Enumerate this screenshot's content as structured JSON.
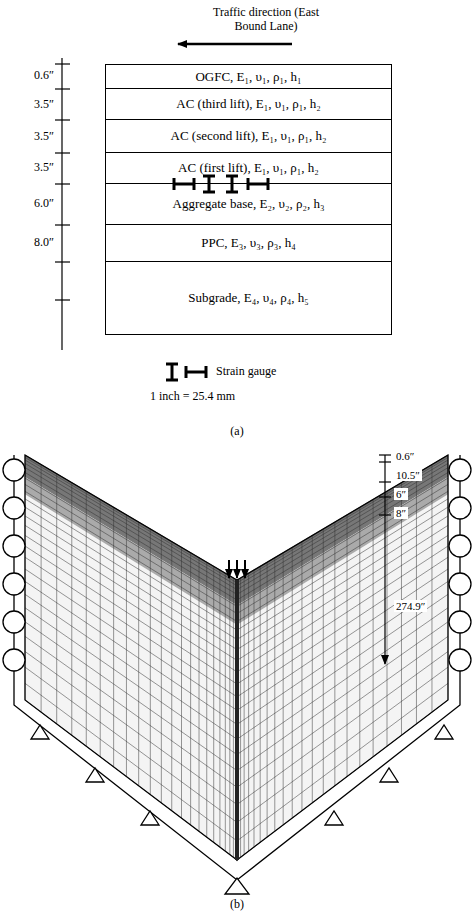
{
  "diagram": {
    "nodes": [
      {
        "text": [
          "OGFC, E₁, υ₁, ρ₁, h₁"
        ]
      },
      {
        "text": [
          "AC (third lift), E₁, υ₁, ρ₁, h₂"
        ]
      },
      {
        "text": [
          "AC (second lift), E₁, υ₁, ρ₁, h₂"
        ]
      },
      {
        "text": [
          "AC (first lift), E₁, υ₁, ρ₁, h₂"
        ]
      },
      {
        "text": [
          "Aggregate base, E₂, υ₂, ρ₂, h₃"
        ]
      },
      {
        "text": [
          "PPC, E₃, υ₃, ρ₃, h₄"
        ]
      },
      {
        "text": [
          "Subgrade, E₄, υ₄, ρ₄, h₅"
        ]
      }
    ],
    "labels": [
      "Traffic direction (East Bound Lane)",
      "0.6″",
      "3.5″",
      "3.5″",
      "3.5″",
      "6.0″",
      "8.0″",
      "Strain gauge",
      "1 inch = 25.4 mm",
      "(a)",
      "0.6″",
      "10.5″",
      "6″",
      "8″",
      "274.9″",
      "(b)"
    ]
  }
}
